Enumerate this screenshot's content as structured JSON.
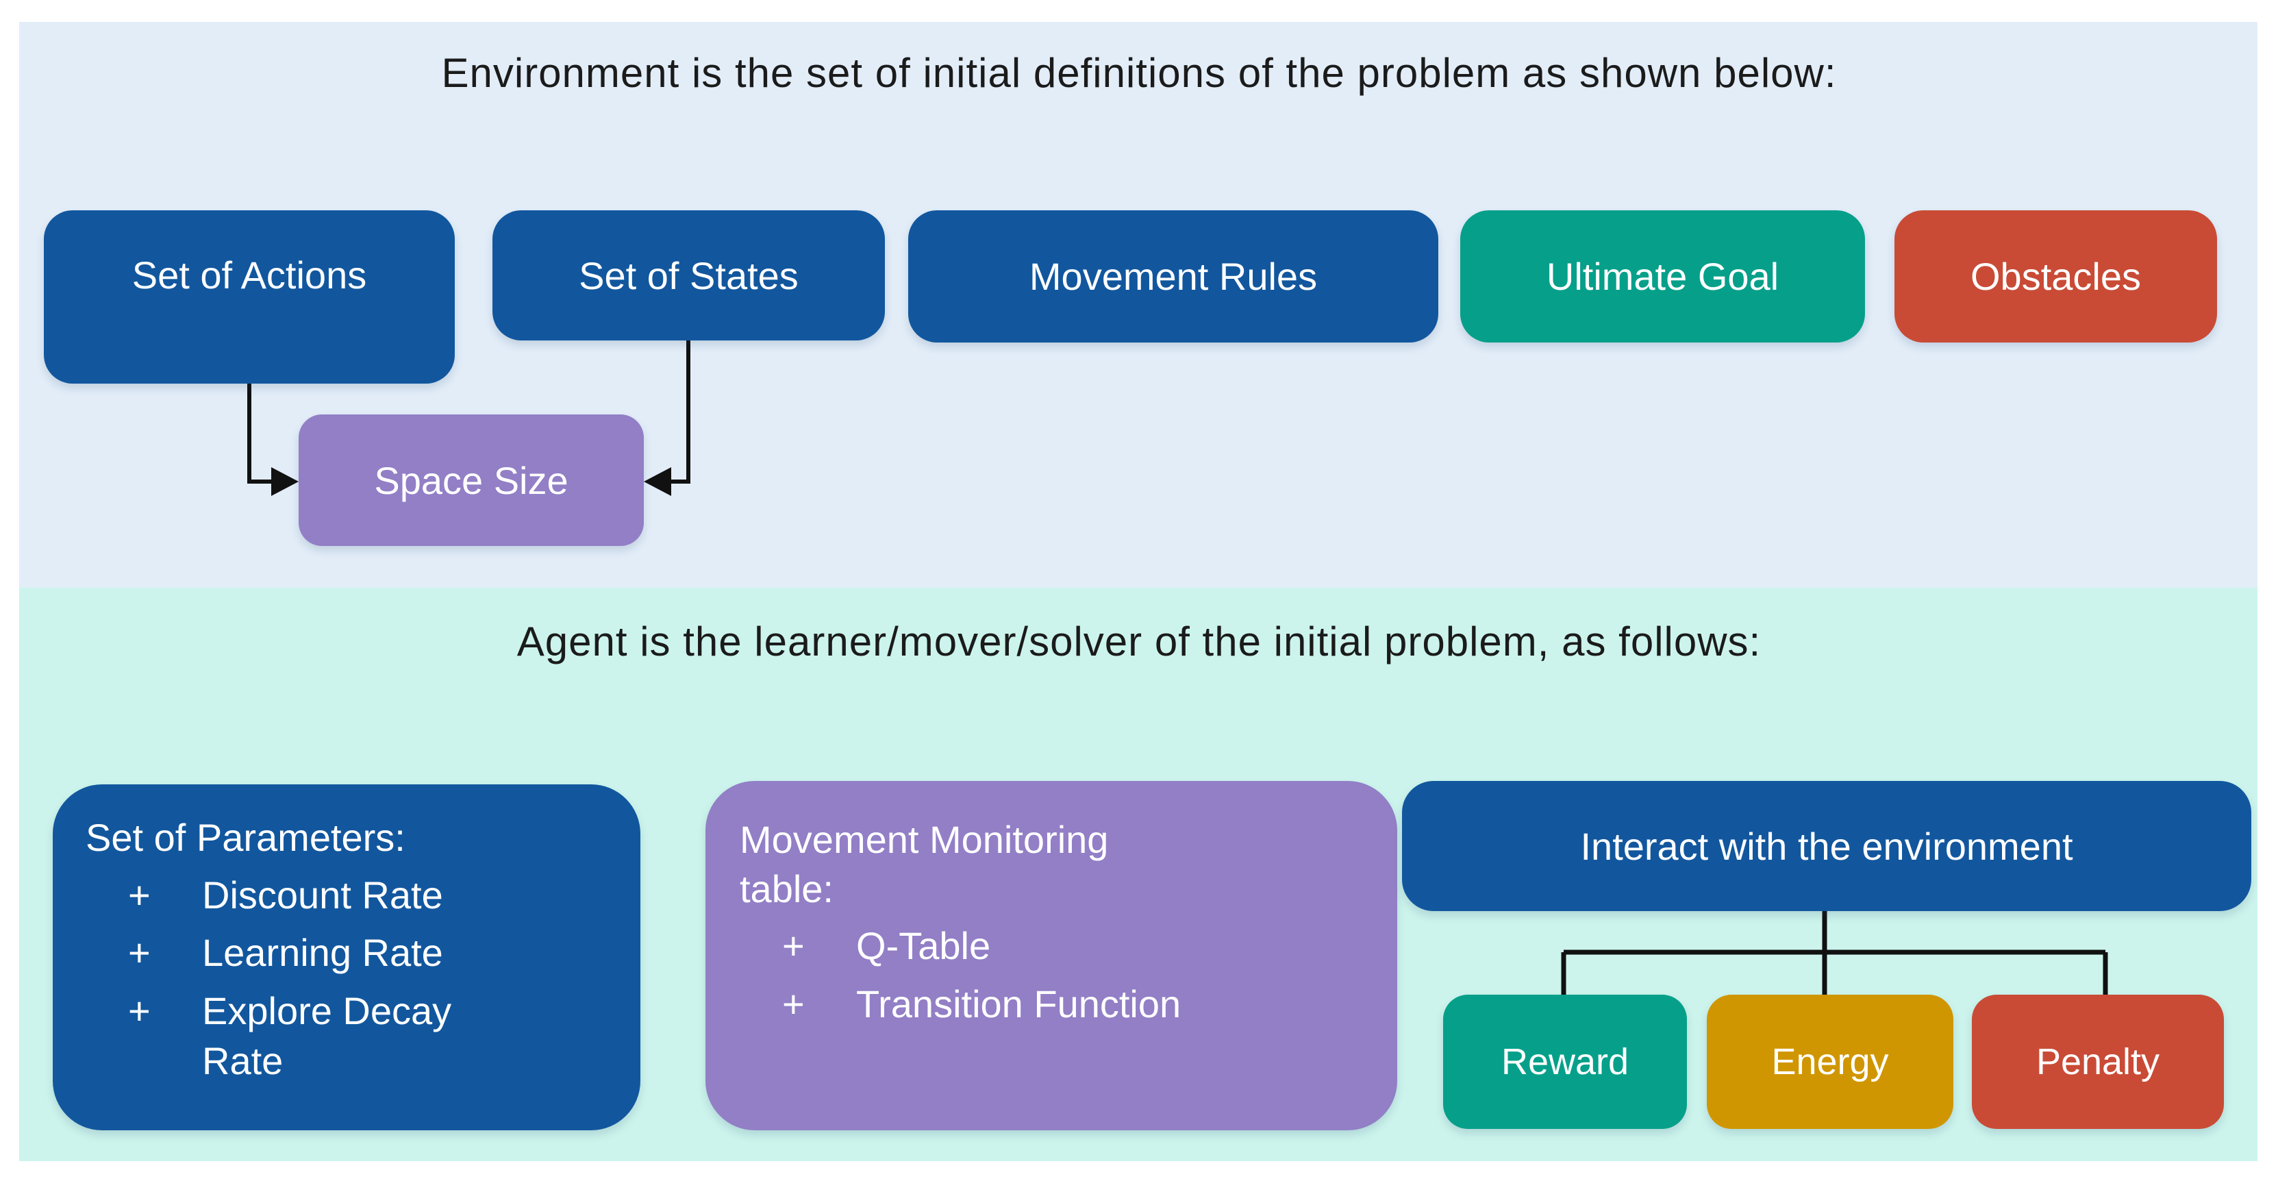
{
  "environment": {
    "title": "Environment is the set of initial definitions of the problem as shown below:",
    "boxes": [
      {
        "label": "Set of Actions"
      },
      {
        "label": "Set of States"
      },
      {
        "label": "Movement Rules"
      },
      {
        "label": "Ultimate Goal"
      },
      {
        "label": "Obstacles"
      }
    ],
    "derived_box": {
      "label": "Space Size"
    }
  },
  "agent": {
    "title": "Agent is the learner/mover/solver of the initial problem, as follows:",
    "parameters_box": {
      "heading": "Set of Parameters:",
      "bullet": "+",
      "items": [
        {
          "label": "Discount Rate"
        },
        {
          "label": "Learning Rate"
        },
        {
          "label": "Explore Decay Rate"
        }
      ]
    },
    "monitoring_box": {
      "heading": "Movement Monitoring table:",
      "bullet": "+",
      "items": [
        {
          "label": "Q-Table"
        },
        {
          "label": "Transition Function"
        }
      ]
    },
    "interaction": {
      "label": "Interact with the environment",
      "outcomes": [
        {
          "label": "Reward"
        },
        {
          "label": "Energy"
        },
        {
          "label": "Penalty"
        }
      ]
    }
  },
  "colors": {
    "box_blue": "#12579E",
    "box_teal": "#06A08A",
    "box_red": "#C94B36",
    "box_yellow": "#D09601",
    "box_purple": "#927FC6",
    "panel_top_bg": "#E2EDF8",
    "panel_bottom_bg": "#CCF4EC",
    "connector": "#111111",
    "title_text": "#1B1B1B",
    "box_text": "#FFFFFF"
  }
}
